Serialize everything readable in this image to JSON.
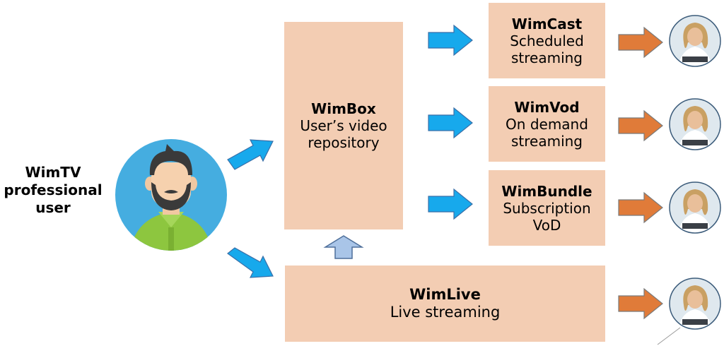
{
  "user_label": [
    "WimTV",
    "professional",
    "user"
  ],
  "wimbox": {
    "title": "WimBox",
    "lines": [
      "User’s video",
      "repository"
    ]
  },
  "wimcast": {
    "title": "WimCast",
    "lines": [
      "Scheduled",
      "streaming"
    ]
  },
  "wimvod": {
    "title": "WimVod",
    "lines": [
      "On demand",
      "streaming"
    ]
  },
  "wimbundle": {
    "title": "WimBundle",
    "lines": [
      "Subscription",
      "VoD"
    ]
  },
  "wimlive": {
    "title": "WimLive",
    "lines": [
      "Live streaming"
    ]
  },
  "colors": {
    "box_fill": "#f3cdb3",
    "blue_arrow": "#17a9ec",
    "orange_arrow": "#e07b39",
    "up_arrow": "#a9c5e8",
    "avatar_bg": "#45ade0"
  }
}
